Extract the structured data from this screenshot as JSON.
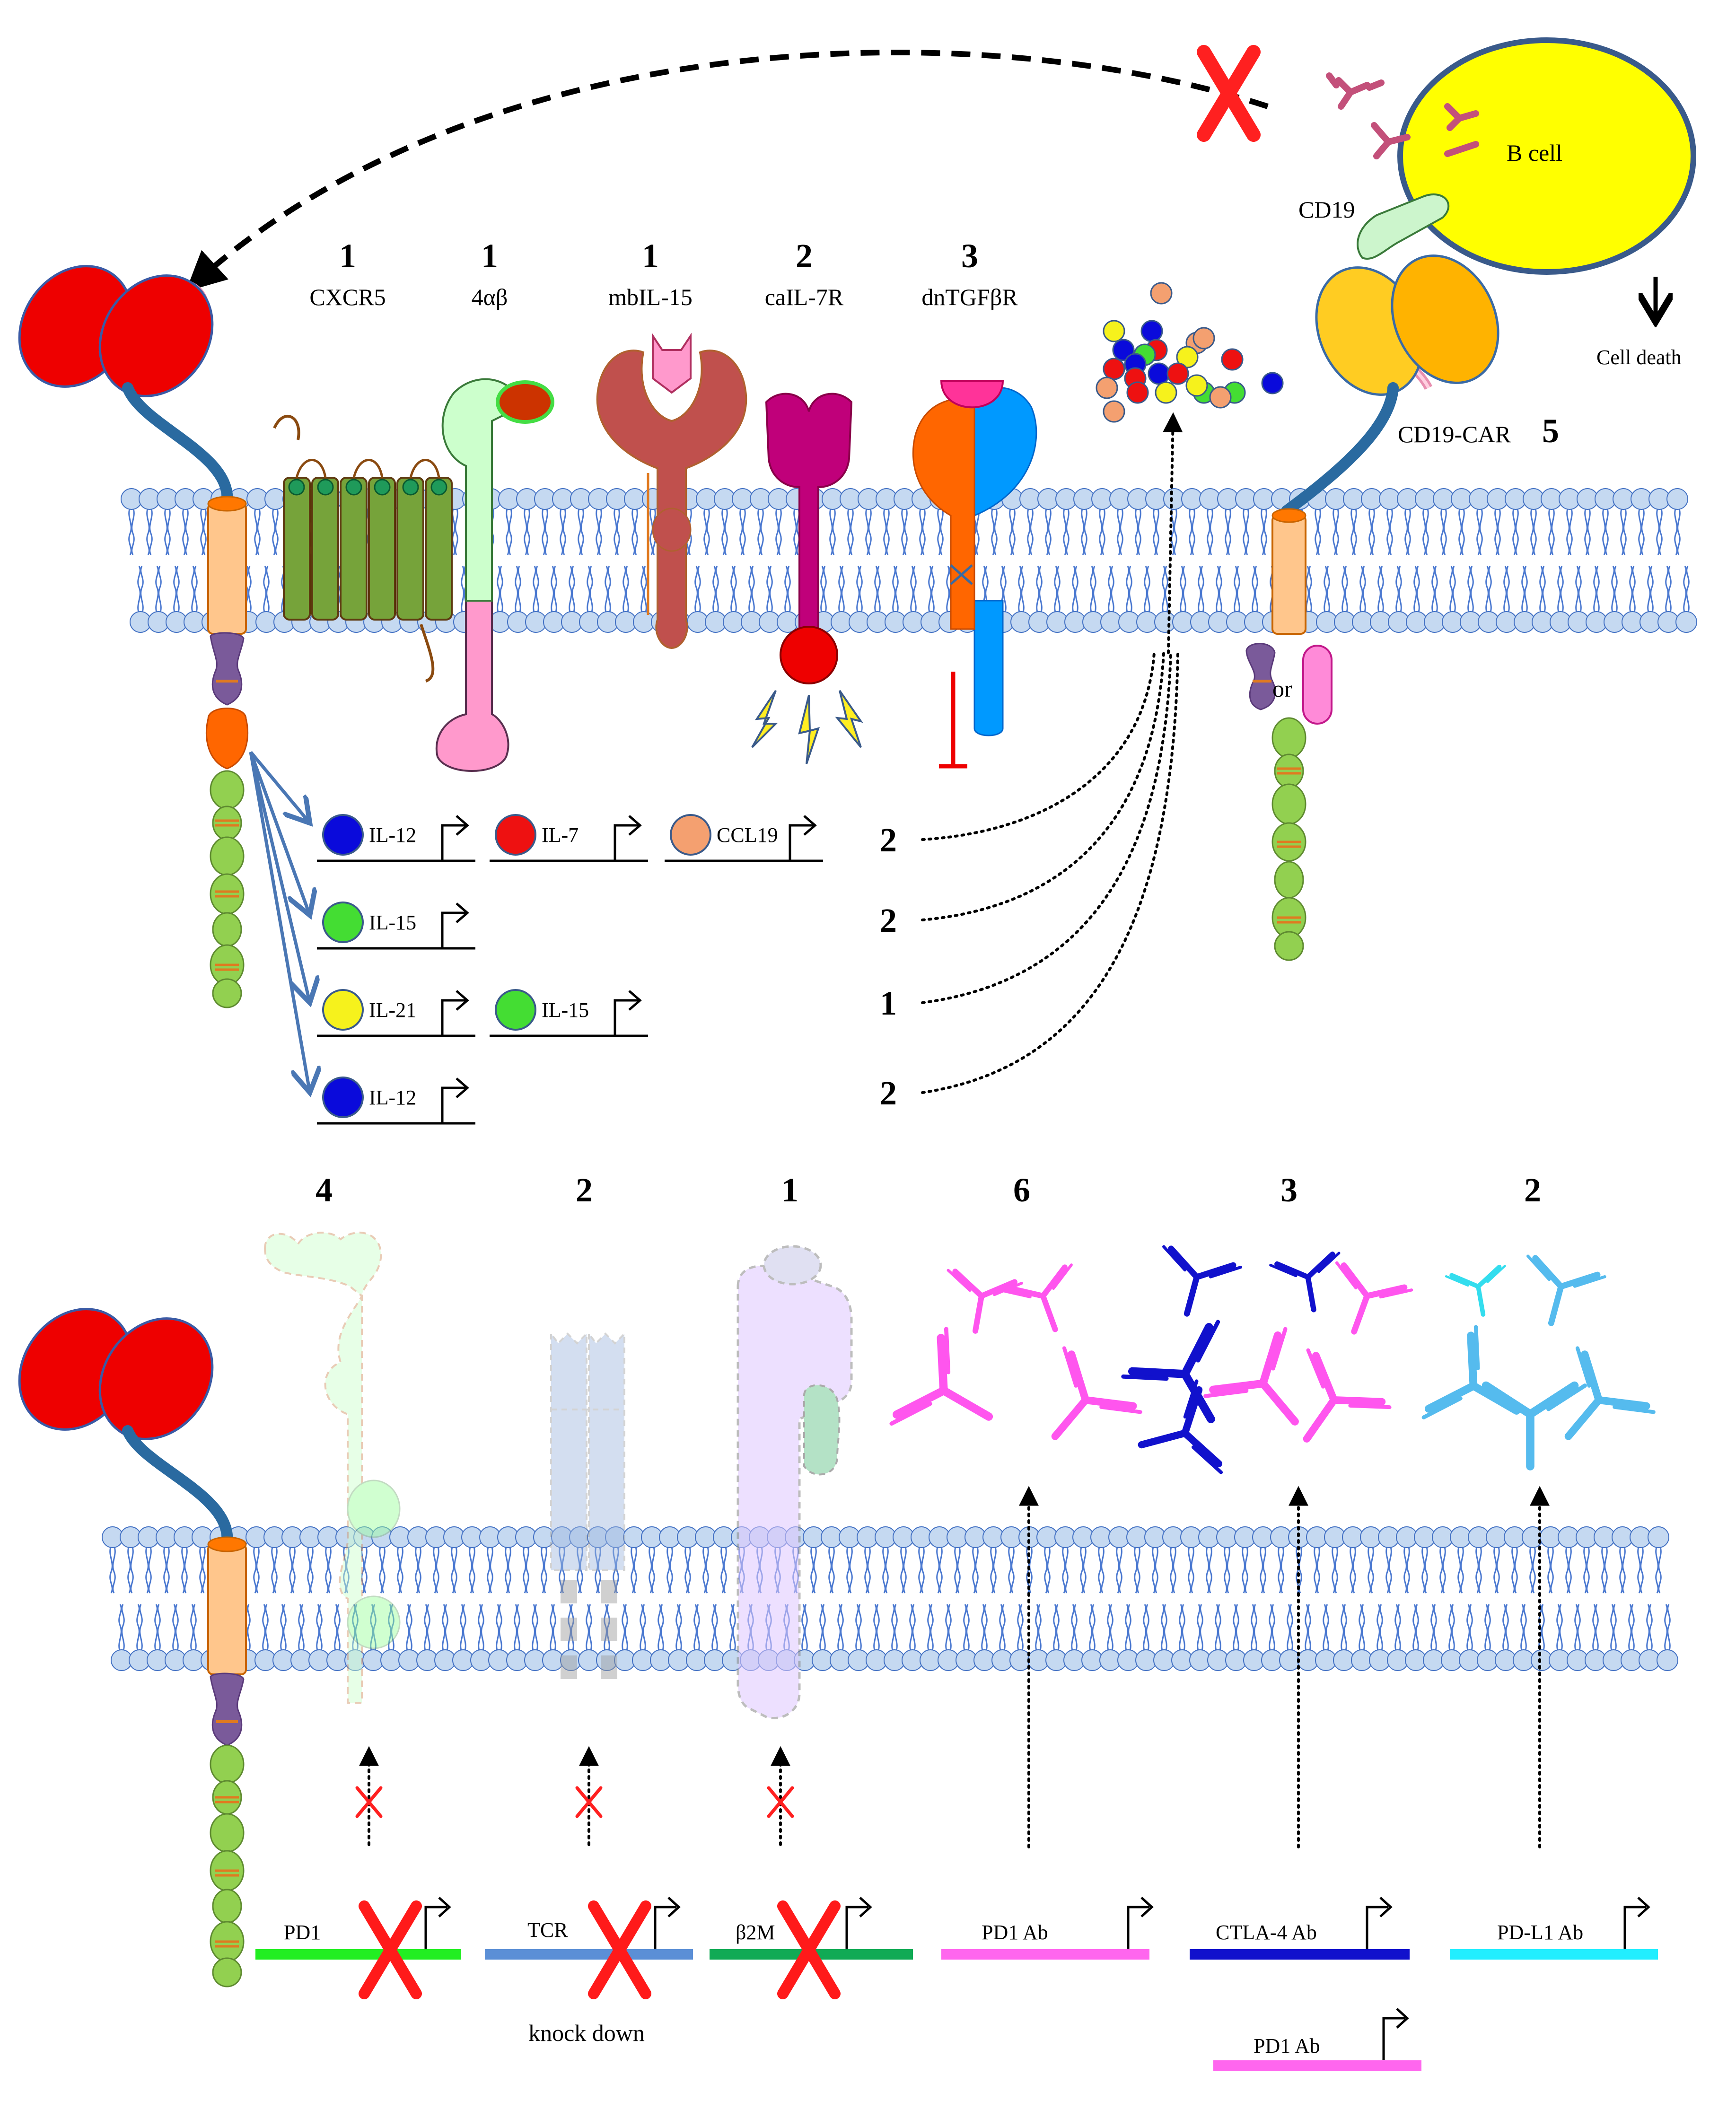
{
  "top_panel": {
    "receptors": [
      {
        "number": "1",
        "name": "CXCR5"
      },
      {
        "number": "1",
        "name": "4αβ"
      },
      {
        "number": "1",
        "name": "mbIL-15"
      },
      {
        "number": "2",
        "name": "caIL-7R"
      },
      {
        "number": "3",
        "name": "dnTGFβR"
      }
    ],
    "b_cell_label": "B cell",
    "cd19_label": "CD19",
    "cell_death_label": "Cell death",
    "car_label": "CD19-CAR",
    "car_number": "5",
    "or_label": "or",
    "cytokine_genes": [
      {
        "label": "IL-12",
        "color": "#0a0adb"
      },
      {
        "label": "IL-7",
        "color": "#ee1111"
      },
      {
        "label": "CCL19",
        "color": "#f4a070"
      },
      {
        "label": "IL-15",
        "color": "#44dd33"
      },
      {
        "label": "IL-21",
        "color": "#f6f21c"
      },
      {
        "label": "IL-15",
        "color": "#44dd33"
      },
      {
        "label": "IL-12",
        "color": "#0a0adb"
      }
    ],
    "secretion_counts": [
      "2",
      "2",
      "1",
      "2"
    ]
  },
  "bottom_panel": {
    "column_numbers": [
      "4",
      "2",
      "1",
      "6",
      "3",
      "2"
    ],
    "genes": [
      {
        "label": "PD1",
        "color": "#22ee22"
      },
      {
        "label": "TCR",
        "color": "#5b8fd6"
      },
      {
        "label": "β2M",
        "color": "#11aa55"
      },
      {
        "label": "PD1 Ab",
        "color": "#ff66ee"
      },
      {
        "label": "CTLA-4 Ab",
        "color": "#1111cc"
      },
      {
        "label": "PD-L1 Ab",
        "color": "#22eeff"
      },
      {
        "label": "PD1 Ab",
        "color": "#ff66ee"
      }
    ],
    "knock_down_label": "knock down"
  }
}
